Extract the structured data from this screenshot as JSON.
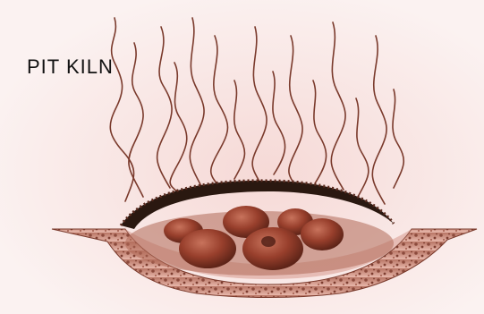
{
  "title": "PIT KILN",
  "colors": {
    "background": "#fbeeee",
    "soil": "#a15c4c",
    "pot": "#8f3d2a",
    "smoke": "#7a3a2c",
    "ash_cover": "#2a1810"
  },
  "elements": [
    "smoke-wisps",
    "ground-soil",
    "pit",
    "pots",
    "fuel-and-ash-cover"
  ]
}
